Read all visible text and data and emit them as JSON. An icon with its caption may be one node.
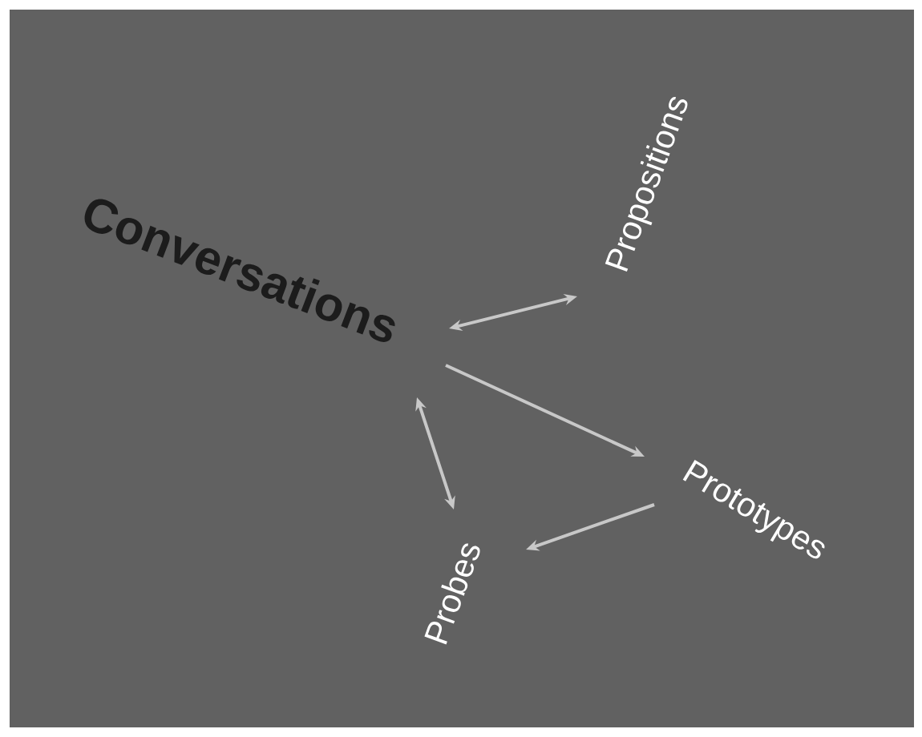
{
  "diagram": {
    "nodes": [
      {
        "text": [
          "Conversations"
        ]
      },
      {
        "text": [
          "Propositions"
        ]
      },
      {
        "text": [
          "Prototypes"
        ]
      },
      {
        "text": [
          "Probes"
        ]
      }
    ],
    "edges": [
      {
        "from": 0,
        "to": 1,
        "arrow": "both"
      },
      {
        "from": 0,
        "to": 2,
        "arrow": "to"
      },
      {
        "from": 2,
        "to": 3,
        "arrow": "to"
      },
      {
        "from": 0,
        "to": 3,
        "arrow": "both"
      }
    ]
  }
}
